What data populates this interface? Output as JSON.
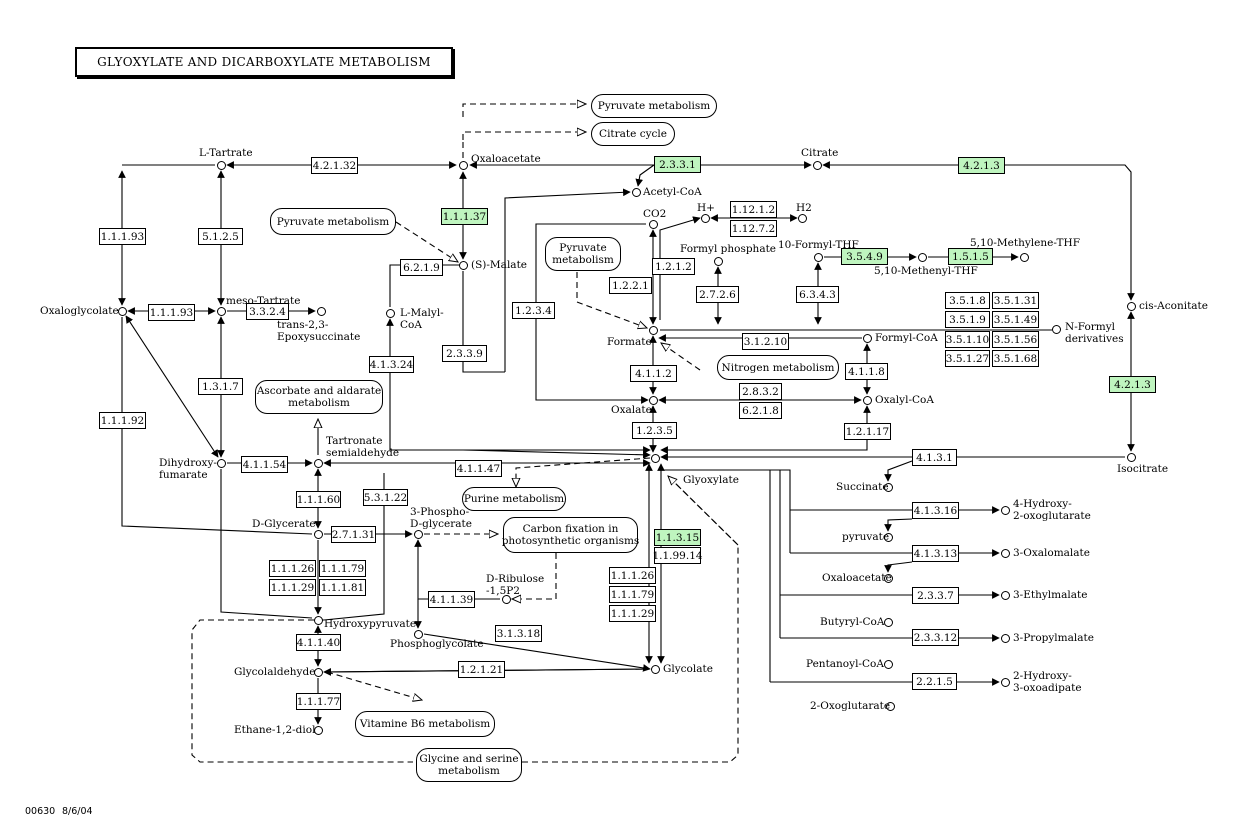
{
  "title": "GLYOXYLATE AND DICARBOXYLATE METABOLISM",
  "footer": {
    "map_id": "00630",
    "date": "8/6/04"
  },
  "colors": {
    "highlight": "#bff5bf",
    "line": "#000000"
  },
  "compounds": [
    {
      "id": "oxaloacetate",
      "label": "Oxaloacetate"
    },
    {
      "id": "l-tartrate",
      "label": "L-Tartrate"
    },
    {
      "id": "citrate",
      "label": "Citrate"
    },
    {
      "id": "acetyl-coa",
      "label": "Acetyl-CoA"
    },
    {
      "id": "co2",
      "label": "CO2"
    },
    {
      "id": "h-plus",
      "label": "H+"
    },
    {
      "id": "h2",
      "label": "H2"
    },
    {
      "id": "formyl-phosphate",
      "label": "Formyl phosphate"
    },
    {
      "id": "10-formyl-thf",
      "label": "10-Formyl-THF"
    },
    {
      "id": "methenyl-thf",
      "label": "5,10-Methenyl-THF"
    },
    {
      "id": "methylene-thf",
      "label": "5,10-Methylene-THF"
    },
    {
      "id": "s-malate",
      "label": "(S)-Malate"
    },
    {
      "id": "oxaloglycolate",
      "label": "Oxaloglycolate"
    },
    {
      "id": "meso-tartrate",
      "label": "meso-Tartrate"
    },
    {
      "id": "epoxysuccinate",
      "label": "trans-2,3-\nEpoxysuccinate"
    },
    {
      "id": "l-malyl-coa",
      "label": "L-Malyl-\nCoA"
    },
    {
      "id": "formate",
      "label": "Formate"
    },
    {
      "id": "formyl-coa",
      "label": "Formyl-CoA"
    },
    {
      "id": "n-formyl",
      "label": "N-Formyl\nderivatives"
    },
    {
      "id": "cis-aconitate",
      "label": "cis-Aconitate"
    },
    {
      "id": "oxalate",
      "label": "Oxalate"
    },
    {
      "id": "oxalyl-coa",
      "label": "Oxalyl-CoA"
    },
    {
      "id": "tartronate",
      "label": "Tartronate\nsemialdehyde"
    },
    {
      "id": "dihydroxyfumarate",
      "label": "Dihydroxy-\nfumarate"
    },
    {
      "id": "glyoxylate",
      "label": "Glyoxylate"
    },
    {
      "id": "isocitrate",
      "label": "Isocitrate"
    },
    {
      "id": "succinate",
      "label": "Succinate"
    },
    {
      "id": "hydroxyoxoglutarate",
      "label": "4-Hydroxy-\n2-oxoglutarate"
    },
    {
      "id": "pyruvate",
      "label": "pyruvate"
    },
    {
      "id": "oxalomalate",
      "label": "3-Oxalomalate"
    },
    {
      "id": "oxaloacetate-2",
      "label": "Oxaloacetate"
    },
    {
      "id": "d-glycerate",
      "label": "D-Glycerate"
    },
    {
      "id": "phosphoglycerate-3",
      "label": "3-Phospho-\nD-glycerate"
    },
    {
      "id": "ethylmalate",
      "label": "3-Ethylmalate"
    },
    {
      "id": "butyryl-coa",
      "label": "Butyryl-CoA"
    },
    {
      "id": "ribulose",
      "label": "D-Ribulose\n-1,5P2"
    },
    {
      "id": "hydroxypyruvate",
      "label": "Hydroxypyruvate"
    },
    {
      "id": "phosphoglycolate",
      "label": "Phosphoglycolate"
    },
    {
      "id": "propylmalate",
      "label": "3-Propylmalate"
    },
    {
      "id": "pentanoyl-coa",
      "label": "Pentanoyl-CoA"
    },
    {
      "id": "glycolaldehyde",
      "label": "Glycolaldehyde"
    },
    {
      "id": "glycolate",
      "label": "Glycolate"
    },
    {
      "id": "hydroxy-oxoadipate",
      "label": "2-Hydroxy-\n3-oxoadipate"
    },
    {
      "id": "oxoglutarate",
      "label": "2-Oxoglutarate"
    },
    {
      "id": "ethane-diol",
      "label": "Ethane-1,2-diol"
    }
  ],
  "enzymes": [
    {
      "id": "e4.2.1.32",
      "label": "4.2.1.32",
      "highlight": false
    },
    {
      "id": "e2.3.3.1",
      "label": "2.3.3.1",
      "highlight": true
    },
    {
      "id": "e4.2.1.3a",
      "label": "4.2.1.3",
      "highlight": true
    },
    {
      "id": "e1.1.1.93a",
      "label": "1.1.1.93",
      "highlight": false
    },
    {
      "id": "e5.1.2.5",
      "label": "5.1.2.5",
      "highlight": false
    },
    {
      "id": "e1.1.1.37",
      "label": "1.1.1.37",
      "highlight": true
    },
    {
      "id": "e1.12.1.2",
      "label": "1.12.1.2",
      "highlight": false
    },
    {
      "id": "e1.12.7.2",
      "label": "1.12.7.2",
      "highlight": false
    },
    {
      "id": "e6.2.1.9",
      "label": "6.2.1.9",
      "highlight": false
    },
    {
      "id": "e3.5.4.9",
      "label": "3.5.4.9",
      "highlight": true
    },
    {
      "id": "e1.5.1.5",
      "label": "1.5.1.5",
      "highlight": true
    },
    {
      "id": "e1.2.1.2",
      "label": "1.2.1.2",
      "highlight": false
    },
    {
      "id": "e1.2.2.1",
      "label": "1.2.2.1",
      "highlight": false
    },
    {
      "id": "e2.7.2.6",
      "label": "2.7.2.6",
      "highlight": false
    },
    {
      "id": "e6.3.4.3",
      "label": "6.3.4.3",
      "highlight": false
    },
    {
      "id": "e3.5.1.8",
      "label": "3.5.1.8",
      "highlight": false
    },
    {
      "id": "e3.5.1.31",
      "label": "3.5.1.31",
      "highlight": false
    },
    {
      "id": "e3.5.1.9",
      "label": "3.5.1.9",
      "highlight": false
    },
    {
      "id": "e3.5.1.49",
      "label": "3.5.1.49",
      "highlight": false
    },
    {
      "id": "e3.5.1.10",
      "label": "3.5.1.10",
      "highlight": false
    },
    {
      "id": "e3.5.1.56",
      "label": "3.5.1.56",
      "highlight": false
    },
    {
      "id": "e3.5.1.27",
      "label": "3.5.1.27",
      "highlight": false
    },
    {
      "id": "e3.5.1.68",
      "label": "3.5.1.68",
      "highlight": false
    },
    {
      "id": "e1.1.1.93b",
      "label": "1.1.1.93",
      "highlight": false
    },
    {
      "id": "e3.3.2.4",
      "label": "3.3.2.4",
      "highlight": false
    },
    {
      "id": "e1.2.3.4",
      "label": "1.2.3.4",
      "highlight": false
    },
    {
      "id": "e3.1.2.10",
      "label": "3.1.2.10",
      "highlight": false
    },
    {
      "id": "e4.1.3.24",
      "label": "4.1.3.24",
      "highlight": false
    },
    {
      "id": "e2.3.3.9",
      "label": "2.3.3.9",
      "highlight": false
    },
    {
      "id": "e4.1.1.2",
      "label": "4.1.1.2",
      "highlight": false
    },
    {
      "id": "e4.1.1.8",
      "label": "4.1.1.8",
      "highlight": false
    },
    {
      "id": "e4.2.1.3b",
      "label": "4.2.1.3",
      "highlight": true
    },
    {
      "id": "e1.3.1.7",
      "label": "1.3.1.7",
      "highlight": false
    },
    {
      "id": "e2.8.3.2",
      "label": "2.8.3.2",
      "highlight": false
    },
    {
      "id": "e6.2.1.8",
      "label": "6.2.1.8",
      "highlight": false
    },
    {
      "id": "e1.1.1.92",
      "label": "1.1.1.92",
      "highlight": false
    },
    {
      "id": "e1.2.3.5",
      "label": "1.2.3.5",
      "highlight": false
    },
    {
      "id": "e1.2.1.17",
      "label": "1.2.1.17",
      "highlight": false
    },
    {
      "id": "e4.1.1.54",
      "label": "4.1.1.54",
      "highlight": false
    },
    {
      "id": "e4.1.1.47",
      "label": "4.1.1.47",
      "highlight": false
    },
    {
      "id": "e4.1.3.1",
      "label": "4.1.3.1",
      "highlight": false
    },
    {
      "id": "e1.1.1.60",
      "label": "1.1.1.60",
      "highlight": false
    },
    {
      "id": "e5.3.1.22",
      "label": "5.3.1.22",
      "highlight": false
    },
    {
      "id": "e4.1.3.16",
      "label": "4.1.3.16",
      "highlight": false
    },
    {
      "id": "e2.7.1.31",
      "label": "2.7.1.31",
      "highlight": false
    },
    {
      "id": "e1.1.3.15",
      "label": "1.1.3.15",
      "highlight": true
    },
    {
      "id": "e1.1.99.14",
      "label": "1.1.99.14",
      "highlight": false
    },
    {
      "id": "e4.1.3.13",
      "label": "4.1.3.13",
      "highlight": false
    },
    {
      "id": "e1.1.1.26a",
      "label": "1.1.1.26",
      "highlight": false
    },
    {
      "id": "e1.1.1.79a",
      "label": "1.1.1.79",
      "highlight": false
    },
    {
      "id": "e1.1.1.29a",
      "label": "1.1.1.29",
      "highlight": false
    },
    {
      "id": "e1.1.1.81",
      "label": "1.1.1.81",
      "highlight": false
    },
    {
      "id": "e1.1.1.26b",
      "label": "1.1.1.26",
      "highlight": false
    },
    {
      "id": "e1.1.1.79b",
      "label": "1.1.1.79",
      "highlight": false
    },
    {
      "id": "e4.1.1.39",
      "label": "4.1.1.39",
      "highlight": false
    },
    {
      "id": "e1.1.1.29b",
      "label": "1.1.1.29",
      "highlight": false
    },
    {
      "id": "e2.3.3.7",
      "label": "2.3.3.7",
      "highlight": false
    },
    {
      "id": "e4.1.1.40",
      "label": "4.1.1.40",
      "highlight": false
    },
    {
      "id": "e3.1.3.18",
      "label": "3.1.3.18",
      "highlight": false
    },
    {
      "id": "e2.3.3.12",
      "label": "2.3.3.12",
      "highlight": false
    },
    {
      "id": "e1.2.1.21",
      "label": "1.2.1.21",
      "highlight": false
    },
    {
      "id": "e2.2.1.5",
      "label": "2.2.1.5",
      "highlight": false
    },
    {
      "id": "e1.1.1.77",
      "label": "1.1.1.77",
      "highlight": false
    }
  ],
  "maps": [
    {
      "id": "pyruvate-top",
      "label": "Pyruvate metabolism"
    },
    {
      "id": "citrate-cycle",
      "label": "Citrate cycle"
    },
    {
      "id": "pyruvate-left",
      "label": "Pyruvate metabolism"
    },
    {
      "id": "pyruvate-mid",
      "label": "Pyruvate\nmetabolism"
    },
    {
      "id": "ascorbate",
      "label": "Ascorbate and aldarate\nmetabolism"
    },
    {
      "id": "nitrogen",
      "label": "Nitrogen metabolism"
    },
    {
      "id": "purine",
      "label": "Purine metabolism"
    },
    {
      "id": "carbon-fixation",
      "label": "Carbon fixation in\nphotosynthetic organisms"
    },
    {
      "id": "vitamin-b6",
      "label": "Vitamine B6 metabolism"
    },
    {
      "id": "glycine-serine",
      "label": "Glycine and serine\nmetabolism"
    }
  ]
}
